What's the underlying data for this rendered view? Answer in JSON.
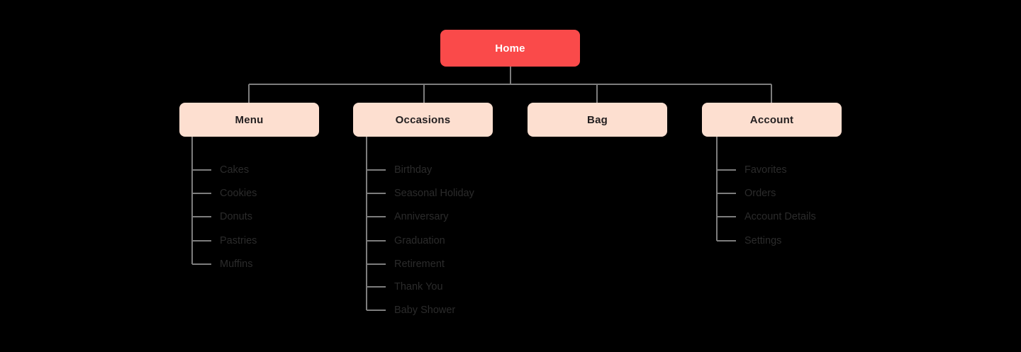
{
  "diagram": {
    "type": "sitemap-tree",
    "title": "Home",
    "colors": {
      "background": "#000000",
      "root_fill": "#FA4A4A",
      "root_text": "#FFFFFF",
      "branch_fill": "#FDDFD0",
      "branch_text": "#231F20",
      "leaf_text": "#2B2B2B",
      "connector": "#7D7D7D"
    },
    "root": {
      "label": "Home"
    },
    "branches": [
      {
        "label": "Menu",
        "children": [
          {
            "label": "Cakes"
          },
          {
            "label": "Cookies"
          },
          {
            "label": "Donuts"
          },
          {
            "label": "Pastries"
          },
          {
            "label": "Muffins"
          }
        ]
      },
      {
        "label": "Occasions",
        "children": [
          {
            "label": "Birthday"
          },
          {
            "label": "Seasonal Holiday"
          },
          {
            "label": "Anniversary"
          },
          {
            "label": "Graduation"
          },
          {
            "label": "Retirement"
          },
          {
            "label": "Thank You"
          },
          {
            "label": "Baby Shower"
          }
        ]
      },
      {
        "label": "Bag",
        "children": []
      },
      {
        "label": "Account",
        "children": [
          {
            "label": "Favorites"
          },
          {
            "label": "Orders"
          },
          {
            "label": "Account Details"
          },
          {
            "label": "Settings"
          }
        ]
      }
    ]
  }
}
